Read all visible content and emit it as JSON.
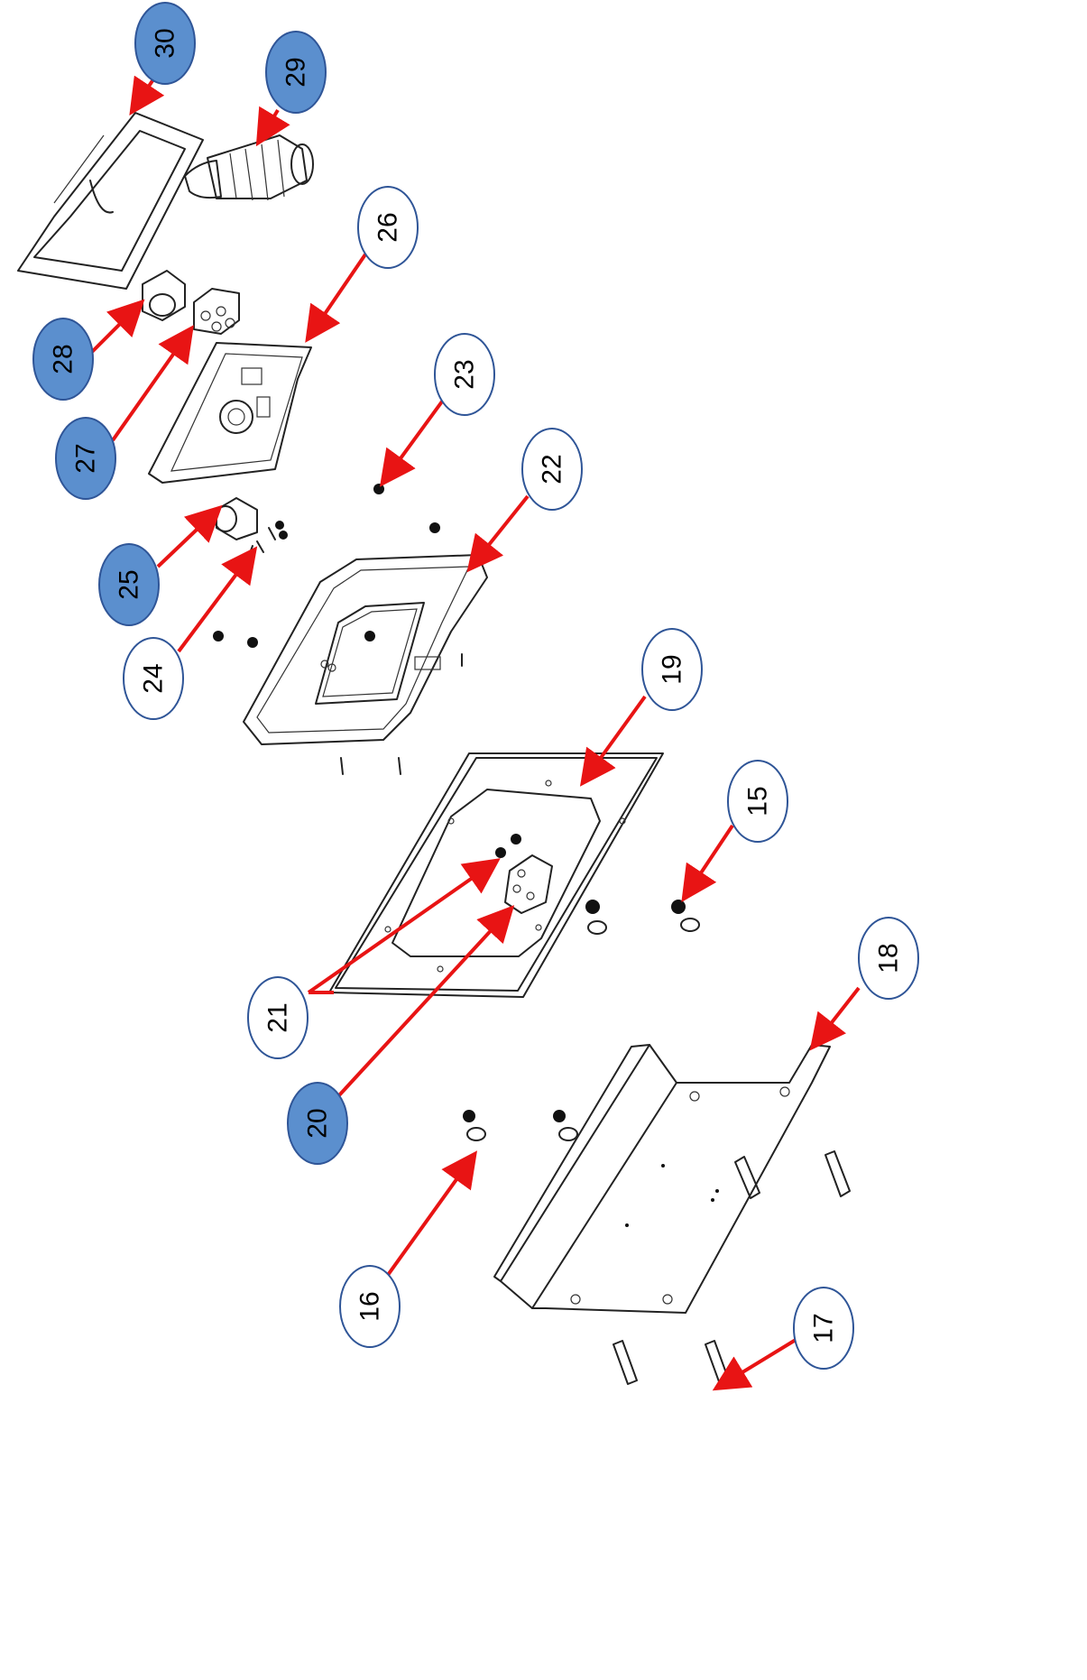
{
  "colors": {
    "callout_filled": "#5b8fce",
    "callout_outline": "#2f5597",
    "callout_white": "#ffffff",
    "arrow": "#e81414"
  },
  "callouts": [
    {
      "label": "30",
      "filled": true
    },
    {
      "label": "29",
      "filled": true
    },
    {
      "label": "26",
      "filled": false
    },
    {
      "label": "28",
      "filled": true
    },
    {
      "label": "27",
      "filled": true
    },
    {
      "label": "23",
      "filled": false
    },
    {
      "label": "22",
      "filled": false
    },
    {
      "label": "25",
      "filled": true
    },
    {
      "label": "24",
      "filled": false
    },
    {
      "label": "19",
      "filled": false
    },
    {
      "label": "15",
      "filled": false
    },
    {
      "label": "21",
      "filled": false
    },
    {
      "label": "18",
      "filled": false
    },
    {
      "label": "20",
      "filled": true
    },
    {
      "label": "16",
      "filled": false
    },
    {
      "label": "17",
      "filled": false
    }
  ]
}
